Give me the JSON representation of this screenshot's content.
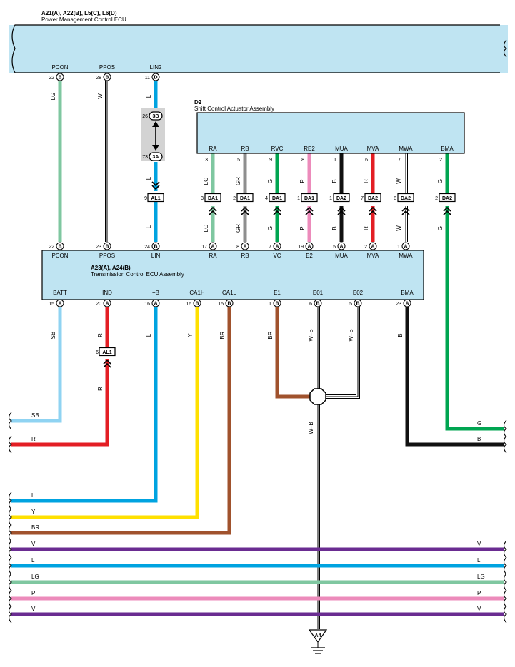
{
  "pm_ecu": {
    "ids": "A21(A), A22(B), L5(C), L6(D)",
    "name": "Power Management Control ECU"
  },
  "actuator": {
    "id": "D2",
    "name": "Shift Control Actuator Assembly"
  },
  "tcu": {
    "ids": "A23(A), A24(B)",
    "name": "Transmission Control ECU Assembly"
  },
  "colors": {
    "ecu_fill": "#bfe4f2",
    "LG": "#7fc7a0",
    "W": "#ffffff",
    "L": "#00a3e0",
    "GR": "#8e8e8e",
    "G": "#00a551",
    "P": "#ec8bbb",
    "B": "#111111",
    "R": "#e31e24",
    "SB": "#8fd3f2",
    "Y": "#ffe000",
    "BR": "#a0522d",
    "V": "#6a2c91",
    "WB": "#ffffff"
  },
  "pm_pins": [
    {
      "name": "PCON",
      "num": "22",
      "conn": "B",
      "wire": "LG"
    },
    {
      "name": "PPOS",
      "num": "28",
      "conn": "B",
      "wire": "W"
    },
    {
      "name": "LIN2",
      "num": "11",
      "conn": "D",
      "wire": "L"
    }
  ],
  "lin_junction": {
    "top_num": "26",
    "top_conn": "3B",
    "bot_num": "73",
    "bot_conn": "3A",
    "wire_top": "L",
    "wire_bot": "L"
  },
  "al1_upper": {
    "num": "9",
    "conn": "AL1",
    "wire": "L"
  },
  "act_pins": [
    {
      "name": "RA",
      "num": "3",
      "wire": "LG",
      "jnum": "3",
      "jconn": "DA1",
      "wire2": "LG",
      "tnum": "17",
      "tconn": "A",
      "tname": "RA"
    },
    {
      "name": "RB",
      "num": "5",
      "wire": "GR",
      "jnum": "2",
      "jconn": "DA1",
      "wire2": "GR",
      "tnum": "8",
      "tconn": "A",
      "tname": "RB"
    },
    {
      "name": "RVC",
      "num": "9",
      "wire": "G",
      "jnum": "4",
      "jconn": "DA1",
      "wire2": "G",
      "tnum": "7",
      "tconn": "A",
      "tname": "VC"
    },
    {
      "name": "RE2",
      "num": "8",
      "wire": "P",
      "jnum": "1",
      "jconn": "DA1",
      "wire2": "P",
      "tnum": "19",
      "tconn": "A",
      "tname": "E2"
    },
    {
      "name": "MUA",
      "num": "1",
      "wire": "B",
      "jnum": "1",
      "jconn": "DA2",
      "wire2": "B",
      "tnum": "5",
      "tconn": "A",
      "tname": "MUA"
    },
    {
      "name": "MVA",
      "num": "6",
      "wire": "R",
      "jnum": "7",
      "jconn": "DA2",
      "wire2": "R",
      "tnum": "2",
      "tconn": "A",
      "tname": "MVA"
    },
    {
      "name": "MWA",
      "num": "7",
      "wire": "W",
      "jnum": "8",
      "jconn": "DA2",
      "wire2": "W",
      "tnum": "1",
      "tconn": "A",
      "tname": "MWA"
    },
    {
      "name": "BMA",
      "num": "2",
      "wire": "G",
      "jnum": "2",
      "jconn": "DA2",
      "wire2": "G"
    }
  ],
  "tcu_top_pins": [
    {
      "name": "PCON",
      "num": "22",
      "conn": "B"
    },
    {
      "name": "PPOS",
      "num": "23",
      "conn": "B"
    },
    {
      "name": "LIN",
      "num": "24",
      "conn": "B"
    }
  ],
  "tcu_bottom_pins": [
    {
      "name": "BATT",
      "num": "15",
      "conn": "A",
      "wire": "SB"
    },
    {
      "name": "IND",
      "num": "20",
      "conn": "A",
      "wire": "R"
    },
    {
      "name": "+B",
      "num": "16",
      "conn": "A",
      "wire": "L"
    },
    {
      "name": "CA1H",
      "num": "16",
      "conn": "B",
      "wire": "Y"
    },
    {
      "name": "CA1L",
      "num": "15",
      "conn": "B",
      "wire": "BR"
    },
    {
      "name": "E1",
      "num": "1",
      "conn": "B",
      "wire": "BR"
    },
    {
      "name": "E01",
      "num": "6",
      "conn": "B",
      "wire": "W–B"
    },
    {
      "name": "E02",
      "num": "5",
      "conn": "B",
      "wire": "W–B"
    },
    {
      "name": "BMA",
      "num": "23",
      "conn": "A",
      "wire": "B"
    }
  ],
  "al1_lower": {
    "num": "6",
    "conn": "AL1",
    "wire": "R"
  },
  "ground": {
    "wire": "W–B",
    "label": "A4"
  },
  "left_bus": [
    {
      "label": "SB"
    },
    {
      "label": "R"
    },
    {
      "label": "L"
    },
    {
      "label": "Y"
    },
    {
      "label": "BR"
    }
  ],
  "right_bus": [
    {
      "label": "G"
    },
    {
      "label": "B"
    }
  ],
  "full_bus": [
    {
      "label": "V",
      "label_r": "V"
    },
    {
      "label": "L",
      "label_r": "L"
    },
    {
      "label": "LG",
      "label_r": "LG"
    },
    {
      "label": "P",
      "label_r": "P"
    },
    {
      "label": "V",
      "label_r": "V"
    }
  ]
}
